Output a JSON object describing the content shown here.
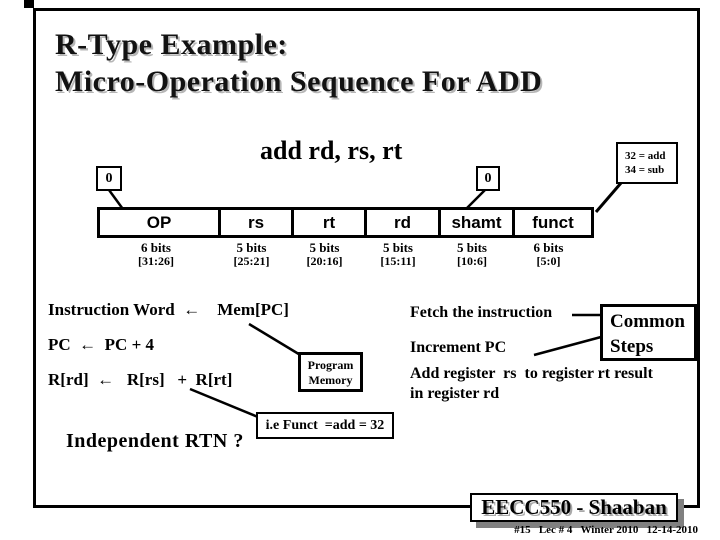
{
  "slide": {
    "title_line1": "R-Type Example:",
    "title_line2": "Micro-Operation Sequence For ADD",
    "asm_instruction": "add rd, rs, rt",
    "zero_left": "0",
    "zero_right": "0",
    "funct_note_line1": "32 = add",
    "funct_note_line2": "34 = sub",
    "fields": [
      {
        "name": "OP",
        "bits": "6 bits",
        "range": "[31:26]"
      },
      {
        "name": "rs",
        "bits": "5 bits",
        "range": "[25:21]"
      },
      {
        "name": "rt",
        "bits": "5 bits",
        "range": "[20:16]"
      },
      {
        "name": "rd",
        "bits": "5 bits",
        "range": "[15:11]"
      },
      {
        "name": "shamt",
        "bits": "5 bits",
        "range": "[10:6]"
      },
      {
        "name": "funct",
        "bits": "6 bits",
        "range": "[5:0]"
      }
    ],
    "rtn": {
      "line1": "Instruction Word  ←    Mem[PC]",
      "line2": "PC  ←  PC + 4",
      "line3": "R[rd]  ←   R[rs]   +  R[rt]"
    },
    "descriptions": {
      "fetch": "Fetch the instruction",
      "increment": "Increment PC",
      "add_line1": "Add register  rs  to register rt result",
      "add_line2": "in register rd"
    },
    "common_steps_line1": "Common",
    "common_steps_line2": "Steps",
    "program_memory_line1": "Program",
    "program_memory_line2": "Memory",
    "funct_callout": "i.e Funct  =add = 32",
    "independent_rtn": "Independent RTN ?",
    "footer": {
      "course": "EECC550 - Shaaban",
      "lecture_info": "#15   Lec # 4   Winter 2010   12-14-2010"
    },
    "colors": {
      "foreground": "#000000",
      "background": "#ffffff",
      "shadow_gray": "#808080"
    }
  }
}
